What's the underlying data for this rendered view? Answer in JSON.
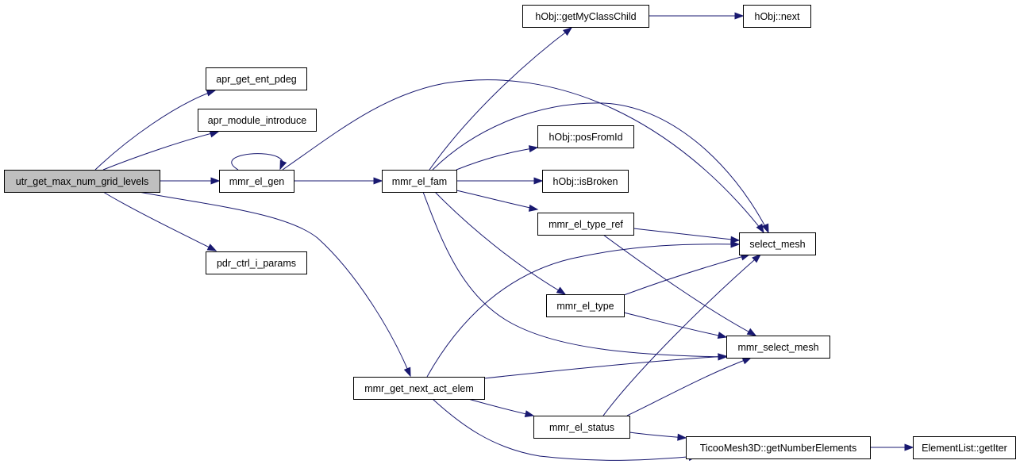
{
  "colors": {
    "edge": "#191970",
    "node_fill": "#ffffff",
    "root_fill": "#bfbfbf",
    "node_border": "#000000"
  },
  "graph": {
    "root": "utr_get_max_num_grid_levels",
    "nodes": [
      {
        "id": "utr_get_max_num_grid_levels",
        "label": "utr_get_max_num_grid_levels",
        "highlighted": true
      },
      {
        "id": "apr_get_ent_pdeg",
        "label": "apr_get_ent_pdeg"
      },
      {
        "id": "apr_module_introduce",
        "label": "apr_module_introduce"
      },
      {
        "id": "mmr_el_gen",
        "label": "mmr_el_gen"
      },
      {
        "id": "pdr_ctrl_i_params",
        "label": "pdr_ctrl_i_params"
      },
      {
        "id": "mmr_get_next_act_elem",
        "label": "mmr_get_next_act_elem"
      },
      {
        "id": "mmr_el_fam",
        "label": "mmr_el_fam"
      },
      {
        "id": "select_mesh",
        "label": "select_mesh"
      },
      {
        "id": "hObj_getMyClassChild",
        "label": "hObj::getMyClassChild"
      },
      {
        "id": "hObj_next",
        "label": "hObj::next"
      },
      {
        "id": "hObj_posFromId",
        "label": "hObj::posFromId"
      },
      {
        "id": "hObj_isBroken",
        "label": "hObj::isBroken"
      },
      {
        "id": "mmr_el_type_ref",
        "label": "mmr_el_type_ref"
      },
      {
        "id": "mmr_el_type",
        "label": "mmr_el_type"
      },
      {
        "id": "mmr_select_mesh",
        "label": "mmr_select_mesh"
      },
      {
        "id": "mmr_el_status",
        "label": "mmr_el_status"
      },
      {
        "id": "TicooMesh3D_getNumberElements",
        "label": "TicooMesh3D::getNumberElements"
      },
      {
        "id": "ElementList_getIter",
        "label": "ElementList::getIter"
      }
    ],
    "edges": [
      {
        "from": "utr_get_max_num_grid_levels",
        "to": "apr_get_ent_pdeg"
      },
      {
        "from": "utr_get_max_num_grid_levels",
        "to": "apr_module_introduce"
      },
      {
        "from": "utr_get_max_num_grid_levels",
        "to": "mmr_el_gen"
      },
      {
        "from": "utr_get_max_num_grid_levels",
        "to": "pdr_ctrl_i_params"
      },
      {
        "from": "utr_get_max_num_grid_levels",
        "to": "mmr_get_next_act_elem"
      },
      {
        "from": "mmr_el_gen",
        "to": "mmr_el_gen"
      },
      {
        "from": "mmr_el_gen",
        "to": "mmr_el_fam"
      },
      {
        "from": "mmr_el_gen",
        "to": "select_mesh"
      },
      {
        "from": "mmr_el_fam",
        "to": "hObj_getMyClassChild"
      },
      {
        "from": "mmr_el_fam",
        "to": "hObj_posFromId"
      },
      {
        "from": "mmr_el_fam",
        "to": "hObj_isBroken"
      },
      {
        "from": "mmr_el_fam",
        "to": "mmr_el_type_ref"
      },
      {
        "from": "mmr_el_fam",
        "to": "mmr_el_type"
      },
      {
        "from": "mmr_el_fam",
        "to": "select_mesh"
      },
      {
        "from": "mmr_el_fam",
        "to": "mmr_select_mesh"
      },
      {
        "from": "hObj_getMyClassChild",
        "to": "hObj_next"
      },
      {
        "from": "mmr_el_type_ref",
        "to": "select_mesh"
      },
      {
        "from": "mmr_el_type_ref",
        "to": "mmr_select_mesh"
      },
      {
        "from": "mmr_el_type",
        "to": "select_mesh"
      },
      {
        "from": "mmr_el_type",
        "to": "mmr_select_mesh"
      },
      {
        "from": "mmr_get_next_act_elem",
        "to": "select_mesh"
      },
      {
        "from": "mmr_get_next_act_elem",
        "to": "mmr_select_mesh"
      },
      {
        "from": "mmr_get_next_act_elem",
        "to": "mmr_el_status"
      },
      {
        "from": "mmr_get_next_act_elem",
        "to": "TicooMesh3D_getNumberElements"
      },
      {
        "from": "mmr_el_status",
        "to": "select_mesh"
      },
      {
        "from": "mmr_el_status",
        "to": "mmr_select_mesh"
      },
      {
        "from": "mmr_el_status",
        "to": "TicooMesh3D_getNumberElements"
      },
      {
        "from": "TicooMesh3D_getNumberElements",
        "to": "ElementList_getIter"
      }
    ]
  }
}
